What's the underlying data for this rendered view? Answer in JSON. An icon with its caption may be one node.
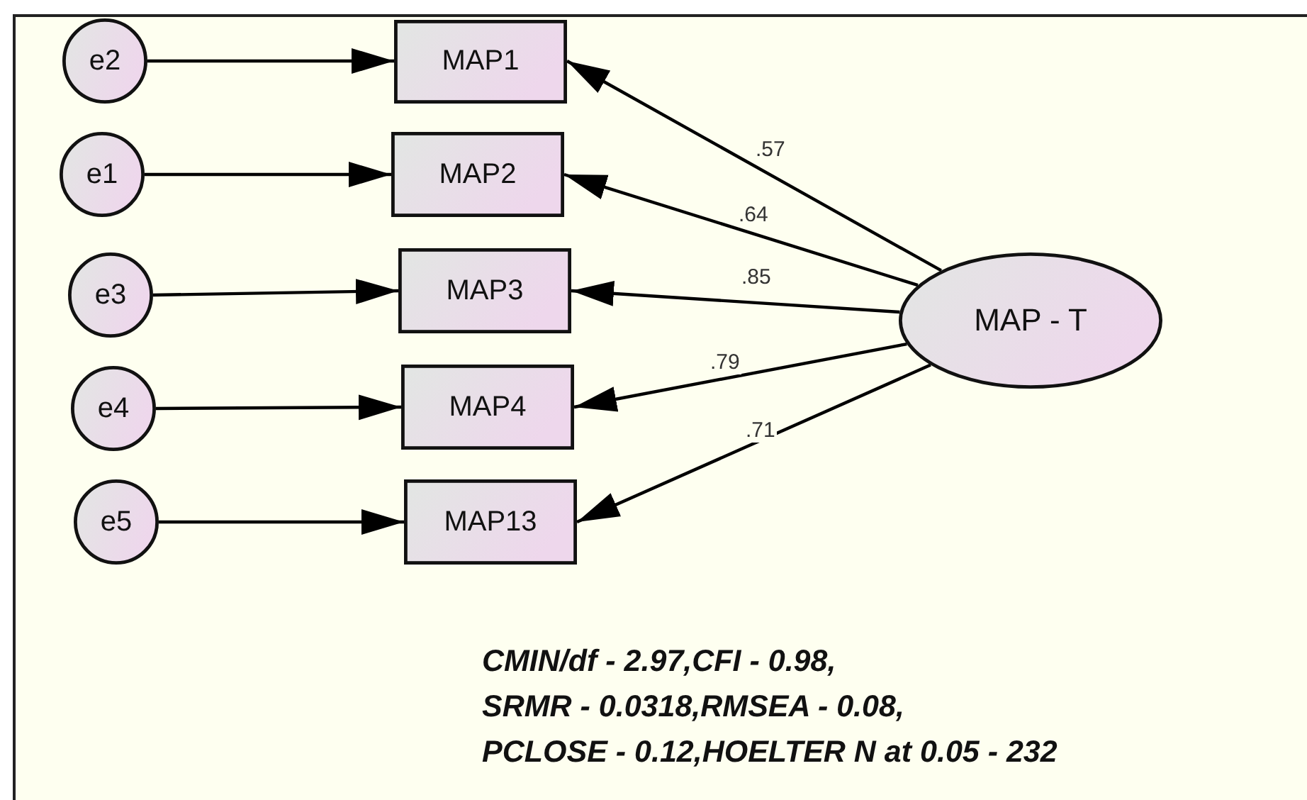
{
  "diagram": {
    "nodes": [
      {
        "text": [
          "e2"
        ]
      },
      {
        "text": [
          "e1"
        ]
      },
      {
        "text": [
          "e3"
        ]
      },
      {
        "text": [
          "e4"
        ]
      },
      {
        "text": [
          "e5"
        ]
      },
      {
        "text": [
          "MAP1"
        ]
      },
      {
        "text": [
          "MAP2"
        ]
      },
      {
        "text": [
          "MAP3"
        ]
      },
      {
        "text": [
          "MAP4"
        ]
      },
      {
        "text": [
          "MAP13"
        ]
      },
      {
        "text": [
          "MAP - T"
        ]
      }
    ],
    "edges": [
      {
        "from": 0,
        "to": 5,
        "arrow": "to"
      },
      {
        "from": 1,
        "to": 6,
        "arrow": "to"
      },
      {
        "from": 2,
        "to": 7,
        "arrow": "to"
      },
      {
        "from": 3,
        "to": 8,
        "arrow": "to"
      },
      {
        "from": 4,
        "to": 9,
        "arrow": "to"
      },
      {
        "from": 10,
        "to": 5,
        "arrow": "to",
        "label": ".57"
      },
      {
        "from": 10,
        "to": 6,
        "arrow": "to",
        "label": ".64"
      },
      {
        "from": 10,
        "to": 7,
        "arrow": "to",
        "label": ".85"
      },
      {
        "from": 10,
        "to": 8,
        "arrow": "to",
        "label": ".79"
      },
      {
        "from": 10,
        "to": 9,
        "arrow": "to",
        "label": ".71"
      }
    ],
    "labels": [
      "CMIN/df - 2.97,CFI - 0.98,",
      "SRMR - 0.0318,RMSEA - 0.08,",
      "PCLOSE - 0.12,HOELTER N at 0.05 - 232"
    ]
  }
}
